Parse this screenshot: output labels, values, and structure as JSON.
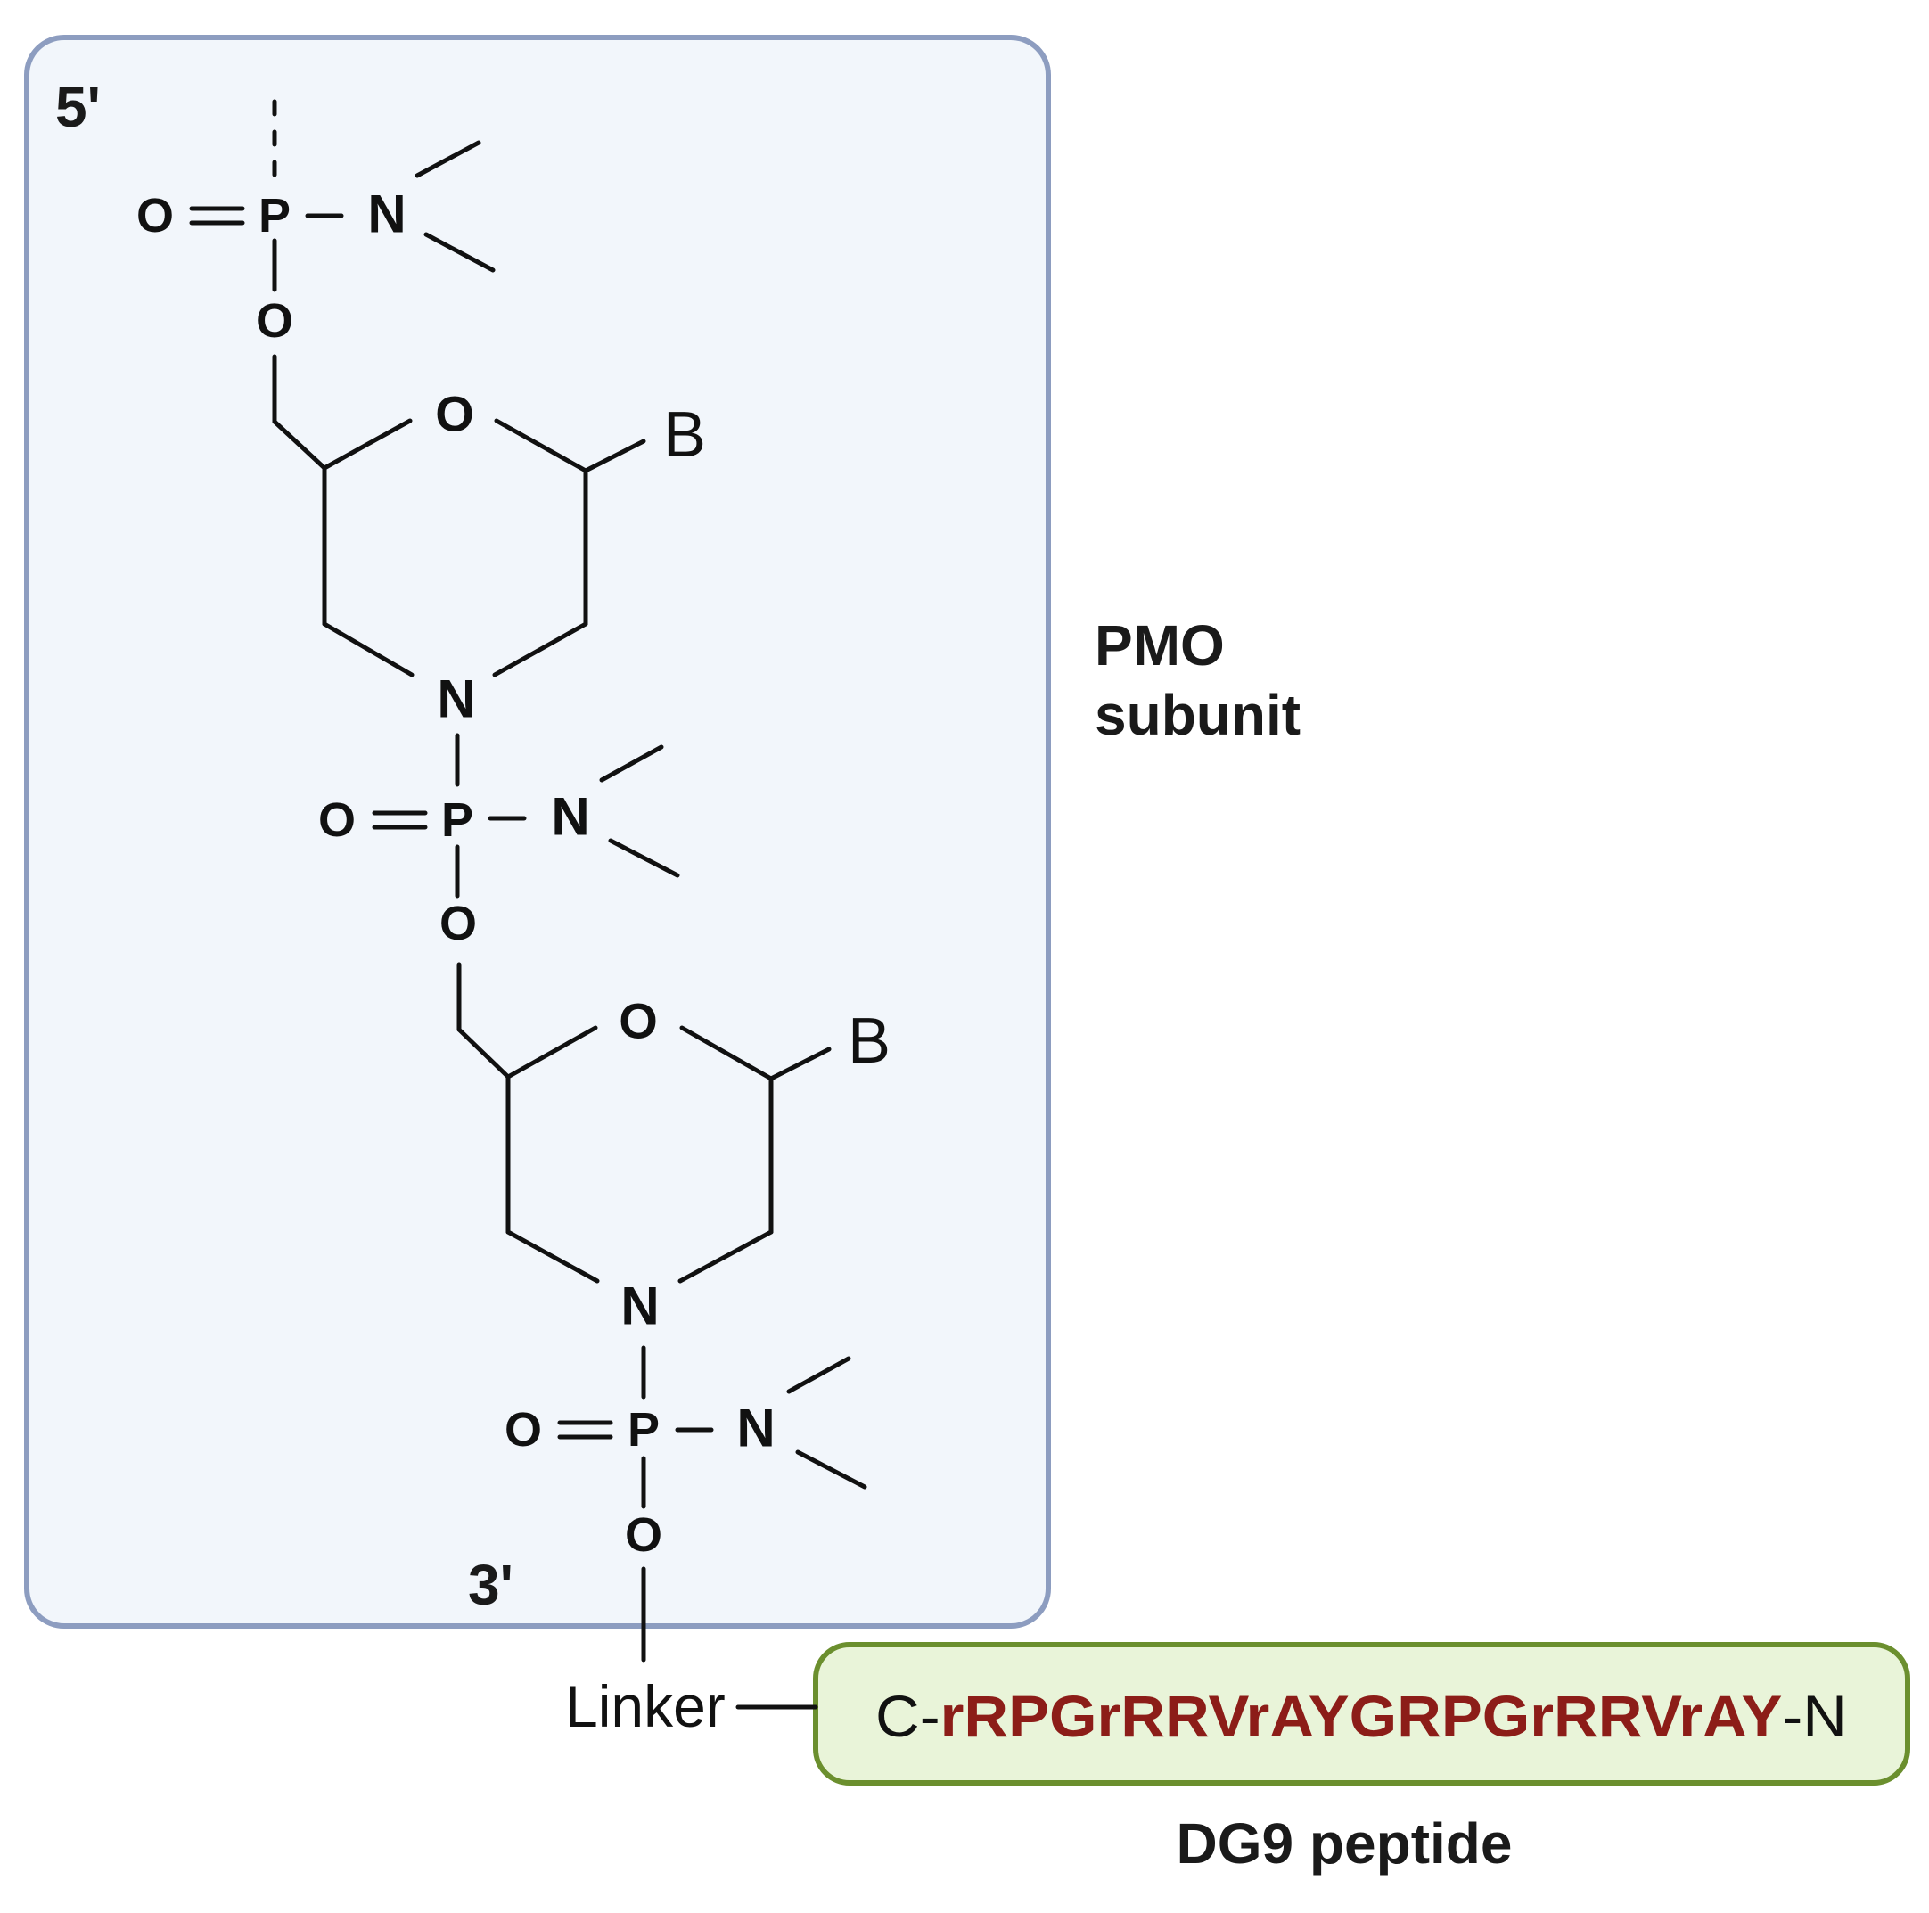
{
  "labels": {
    "five_prime": "5'",
    "three_prime": "3'",
    "pmo_line1": "PMO",
    "pmo_line2": "subunit",
    "linker": "Linker",
    "peptide_name": "DG9 peptide"
  },
  "atoms": {
    "O": "O",
    "P": "P",
    "N": "N",
    "B": "B"
  },
  "peptide": {
    "c_term": "C-",
    "sequence": "rRPGrRRVrAYGRPGrRRVrAY",
    "n_term": "-N"
  },
  "colors": {
    "pmo_box_fill": "#f2f6fb",
    "pmo_box_stroke": "#8d9dc0",
    "peptide_box_fill": "#e9f4d9",
    "peptide_box_stroke": "#6b8f2e",
    "sequence_color": "#8c1d18"
  }
}
